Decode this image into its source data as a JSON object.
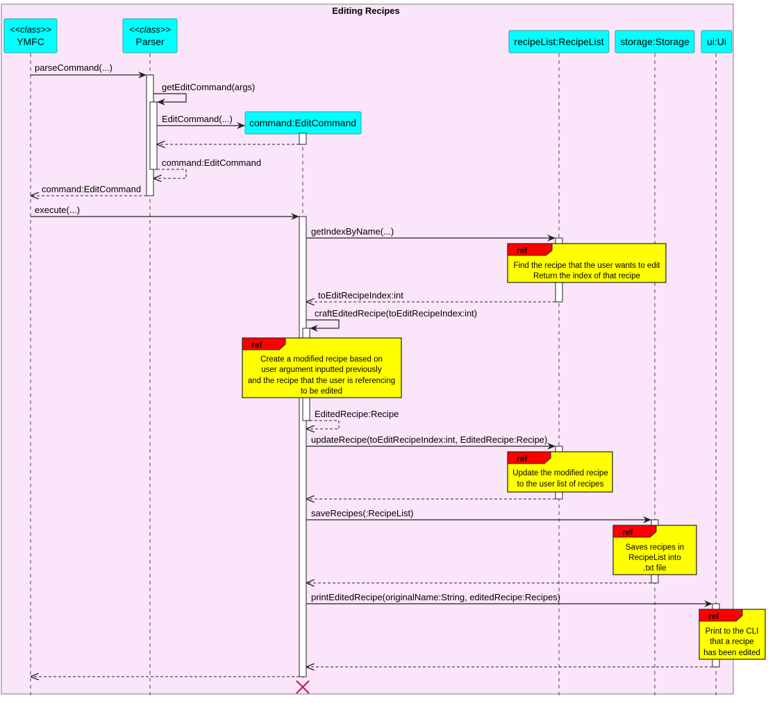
{
  "frame": {
    "title": "Editing Recipes"
  },
  "colors": {
    "frame_bg": "#fbe5fa",
    "frame_border": "#7a7a7a",
    "participant_fill": "#00ffff",
    "participant_border": "#3aa0a0",
    "activation_fill": "#ffffff",
    "ref_fill": "#ffff00",
    "ref_tab": "#ff0000",
    "destroy": "#c0144c",
    "line": "#222222"
  },
  "participants": [
    {
      "id": "ymfc",
      "stereotype": "<<class>>",
      "name": "YMFC"
    },
    {
      "id": "parser",
      "stereotype": "<<class>>",
      "name": "Parser"
    },
    {
      "id": "command",
      "stereotype": "",
      "name": "command:EditCommand"
    },
    {
      "id": "recipelist",
      "stereotype": "",
      "name": "recipeList:RecipeList"
    },
    {
      "id": "storage",
      "stereotype": "",
      "name": "storage:Storage"
    },
    {
      "id": "ui",
      "stereotype": "",
      "name": "ui:Ui"
    }
  ],
  "messages": [
    {
      "id": "m1",
      "from": "ymfc",
      "to": "parser",
      "label": "parseCommand(...)",
      "kind": "call"
    },
    {
      "id": "m2",
      "from": "parser",
      "to": "parser",
      "label": "getEditCommand(args)",
      "kind": "self-call"
    },
    {
      "id": "m3",
      "from": "parser",
      "to": "command",
      "label": "EditCommand(...)",
      "kind": "create"
    },
    {
      "id": "m4",
      "from": "command",
      "to": "parser",
      "label": "",
      "kind": "return"
    },
    {
      "id": "m5",
      "from": "parser",
      "to": "parser",
      "label": "command:EditCommand",
      "kind": "self-return"
    },
    {
      "id": "m6",
      "from": "parser",
      "to": "ymfc",
      "label": "command:EditCommand",
      "kind": "return"
    },
    {
      "id": "m7",
      "from": "ymfc",
      "to": "command",
      "label": "execute(...)",
      "kind": "call"
    },
    {
      "id": "m8",
      "from": "command",
      "to": "recipelist",
      "label": "getIndexByName(...)",
      "kind": "call"
    },
    {
      "id": "m9",
      "from": "recipelist",
      "to": "command",
      "label": "toEditRecipeIndex:int",
      "kind": "return"
    },
    {
      "id": "m10",
      "from": "command",
      "to": "command",
      "label": "craftEditedRecipe(toEditRecipeIndex:int)",
      "kind": "self-call"
    },
    {
      "id": "m11",
      "from": "command",
      "to": "command",
      "label": "EditedRecipe:Recipe",
      "kind": "self-return"
    },
    {
      "id": "m12",
      "from": "command",
      "to": "recipelist",
      "label": "updateRecipe(toEditRecipeIndex:int, EditedRecipe:Recipe)",
      "kind": "call"
    },
    {
      "id": "m13",
      "from": "recipelist",
      "to": "command",
      "label": "",
      "kind": "return"
    },
    {
      "id": "m14",
      "from": "command",
      "to": "storage",
      "label": "saveRecipes(:RecipeList)",
      "kind": "call"
    },
    {
      "id": "m15",
      "from": "storage",
      "to": "command",
      "label": "",
      "kind": "return"
    },
    {
      "id": "m16",
      "from": "command",
      "to": "ui",
      "label": "printEditedRecipe(originalName:String, editedRecipe:Recipes)",
      "kind": "call"
    },
    {
      "id": "m17",
      "from": "ui",
      "to": "command",
      "label": "",
      "kind": "return"
    },
    {
      "id": "m18",
      "from": "command",
      "to": "ymfc",
      "label": "",
      "kind": "return"
    }
  ],
  "refs": [
    {
      "id": "ref1",
      "tag": "ref",
      "lines": [
        "Find the recipe that the user wants to edit",
        "Return the index of that recipe"
      ]
    },
    {
      "id": "ref2",
      "tag": "ref",
      "lines": [
        "Create a modified recipe based on",
        "user argument inputted previously",
        "and the recipe that the user is referencing",
        "to be edited"
      ]
    },
    {
      "id": "ref3",
      "tag": "ref",
      "lines": [
        "Update the modified recipe",
        "to the user list of recipes"
      ]
    },
    {
      "id": "ref4",
      "tag": "ref",
      "lines": [
        "Saves recipes in",
        "RecipeList into",
        ".txt file"
      ]
    },
    {
      "id": "ref5",
      "tag": "ref",
      "lines": [
        "Print to the CLI",
        "that a recipe",
        "has been edited"
      ]
    }
  ]
}
